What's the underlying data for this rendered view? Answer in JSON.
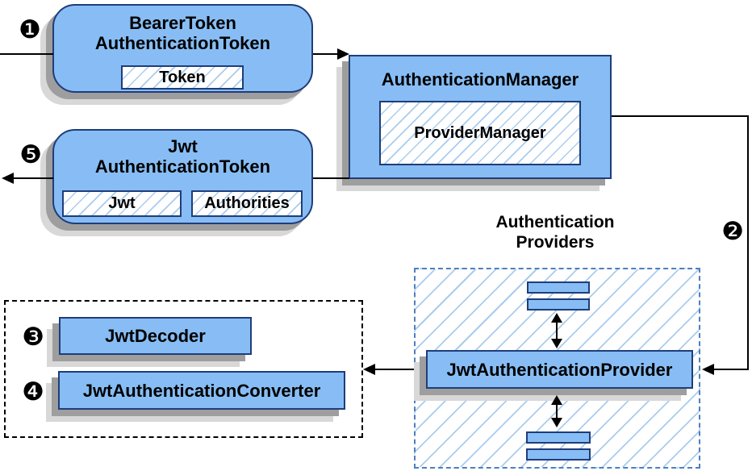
{
  "diagram": {
    "badges": {
      "step1": "❶",
      "step2": "❷",
      "step3": "❸",
      "step4": "❹",
      "step5": "❺"
    },
    "nodes": {
      "bearer_token": {
        "title_line1": "BearerToken",
        "title_line2": "AuthenticationToken",
        "slot_token": "Token"
      },
      "auth_manager": {
        "title": "AuthenticationManager",
        "slot_provider_manager": "ProviderManager"
      },
      "jwt_token": {
        "title_line1": "Jwt",
        "title_line2": "AuthenticationToken",
        "slot_jwt": "Jwt",
        "slot_authorities": "Authorities"
      },
      "providers_group": {
        "label_line1": "Authentication",
        "label_line2": "Providers"
      },
      "jwt_provider": {
        "title": "JwtAuthenticationProvider"
      },
      "jwt_decoder": {
        "title": "JwtDecoder"
      },
      "jwt_converter": {
        "title": "JwtAuthenticationConverter"
      }
    },
    "colors": {
      "node_fill": "#87BDF4",
      "node_border": "#1F3D7A",
      "hatch_line": "#A9CCEE",
      "dashed_blue": "#4E7FBE",
      "shadow_dark": "#9E9E9E",
      "shadow_light": "#D8D8D8",
      "arrow": "#000000"
    }
  }
}
